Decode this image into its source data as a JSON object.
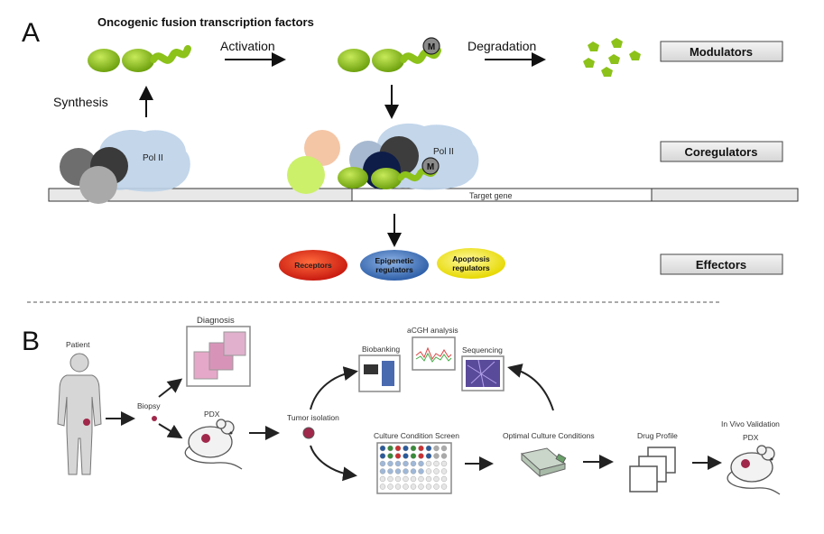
{
  "panel_a": {
    "letter": "A",
    "title": "Oncogenic fusion transcription factors",
    "activation": "Activation",
    "degradation": "Degradation",
    "synthesis": "Synthesis",
    "pol_ii_left": "Pol II",
    "pol_ii_right": "Pol II",
    "m_badge_top": "M",
    "m_badge_mid": "M",
    "target_gene": "Target gene",
    "modulators": "Modulators",
    "coregulators": "Coregulators",
    "effectors": "Effectors",
    "effector_receptors": "Receptors",
    "effector_epigenetic_1": "Epigenetic",
    "effector_epigenetic_2": "regulators",
    "effector_apoptosis_1": "Apoptosis",
    "effector_apoptosis_2": "regulators"
  },
  "panel_b": {
    "letter": "B",
    "patient": "Patient",
    "diagnosis": "Diagnosis",
    "biopsy": "Biopsy",
    "pdx": "PDX",
    "tumor_isolation": "Tumor isolation",
    "biobanking": "Biobanking",
    "acgh": "aCGH analysis",
    "sequencing": "Sequencing",
    "culture_screen": "Culture Condition Screen",
    "optimal_culture": "Optimal Culture Conditions",
    "drug_profile": "Drug Profile",
    "in_vivo": "In Vivo Validation",
    "pdx2": "PDX"
  },
  "colors": {
    "fusion_green": "#8cc21a",
    "box_fill": "#e6e6e6",
    "pol_blue": "#b9cfe6",
    "receptors": "#e0301e",
    "epigenetic": "#4a7cc2",
    "apoptosis": "#f2e618"
  }
}
